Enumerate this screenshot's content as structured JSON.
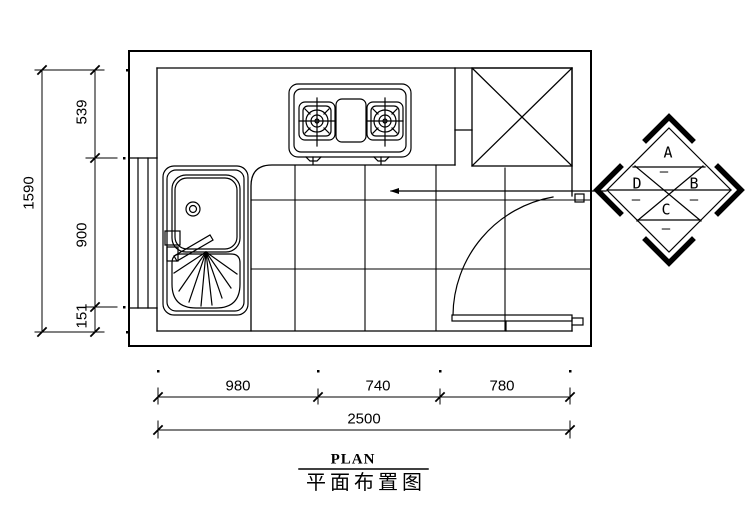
{
  "drawing": {
    "title": {
      "en": "PLAN",
      "zh": "平面布置图"
    },
    "dimensions": {
      "left": {
        "total": "1590",
        "segments": [
          "539",
          "900",
          "151"
        ]
      },
      "bottom": {
        "segments": [
          "980",
          "740",
          "780"
        ],
        "total": "2500"
      }
    },
    "elevation_marker": {
      "top": "A",
      "right": "B",
      "bottom": "C",
      "left": "D",
      "dash": "–"
    },
    "colors": {
      "line": "#000000",
      "background": "#ffffff"
    }
  }
}
